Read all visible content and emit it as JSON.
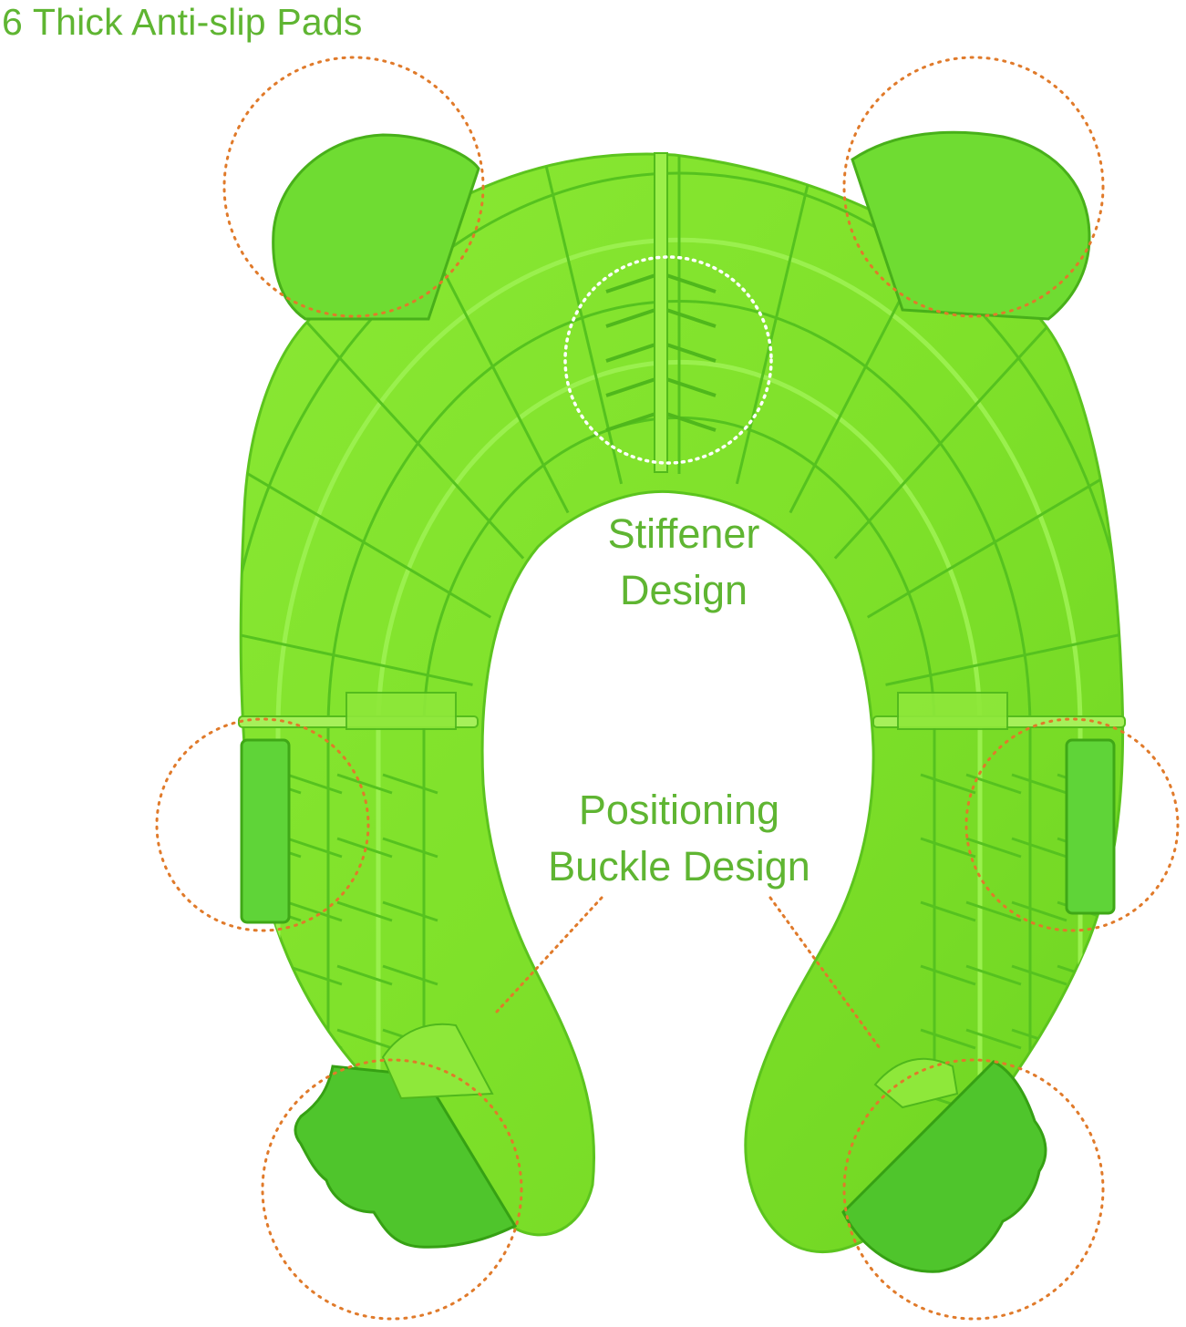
{
  "image": {
    "subject": "green-foldable-potty-seat-underside",
    "colors": {
      "seat_base": "#7fe12a",
      "seat_light": "#a6f05a",
      "seat_dark": "#4fb81c",
      "pad": "#5bd033",
      "label_text": "#5fb532",
      "pad_circle": "#e07a2a",
      "stiffener_circle": "#ffffff"
    }
  },
  "labels": {
    "title": "6 Thick Anti-slip Pads",
    "stiffener_line1": "Stiffener",
    "stiffener_line2": "Design",
    "positioning_line1": "Positioning",
    "positioning_line2": "Buckle Design"
  }
}
